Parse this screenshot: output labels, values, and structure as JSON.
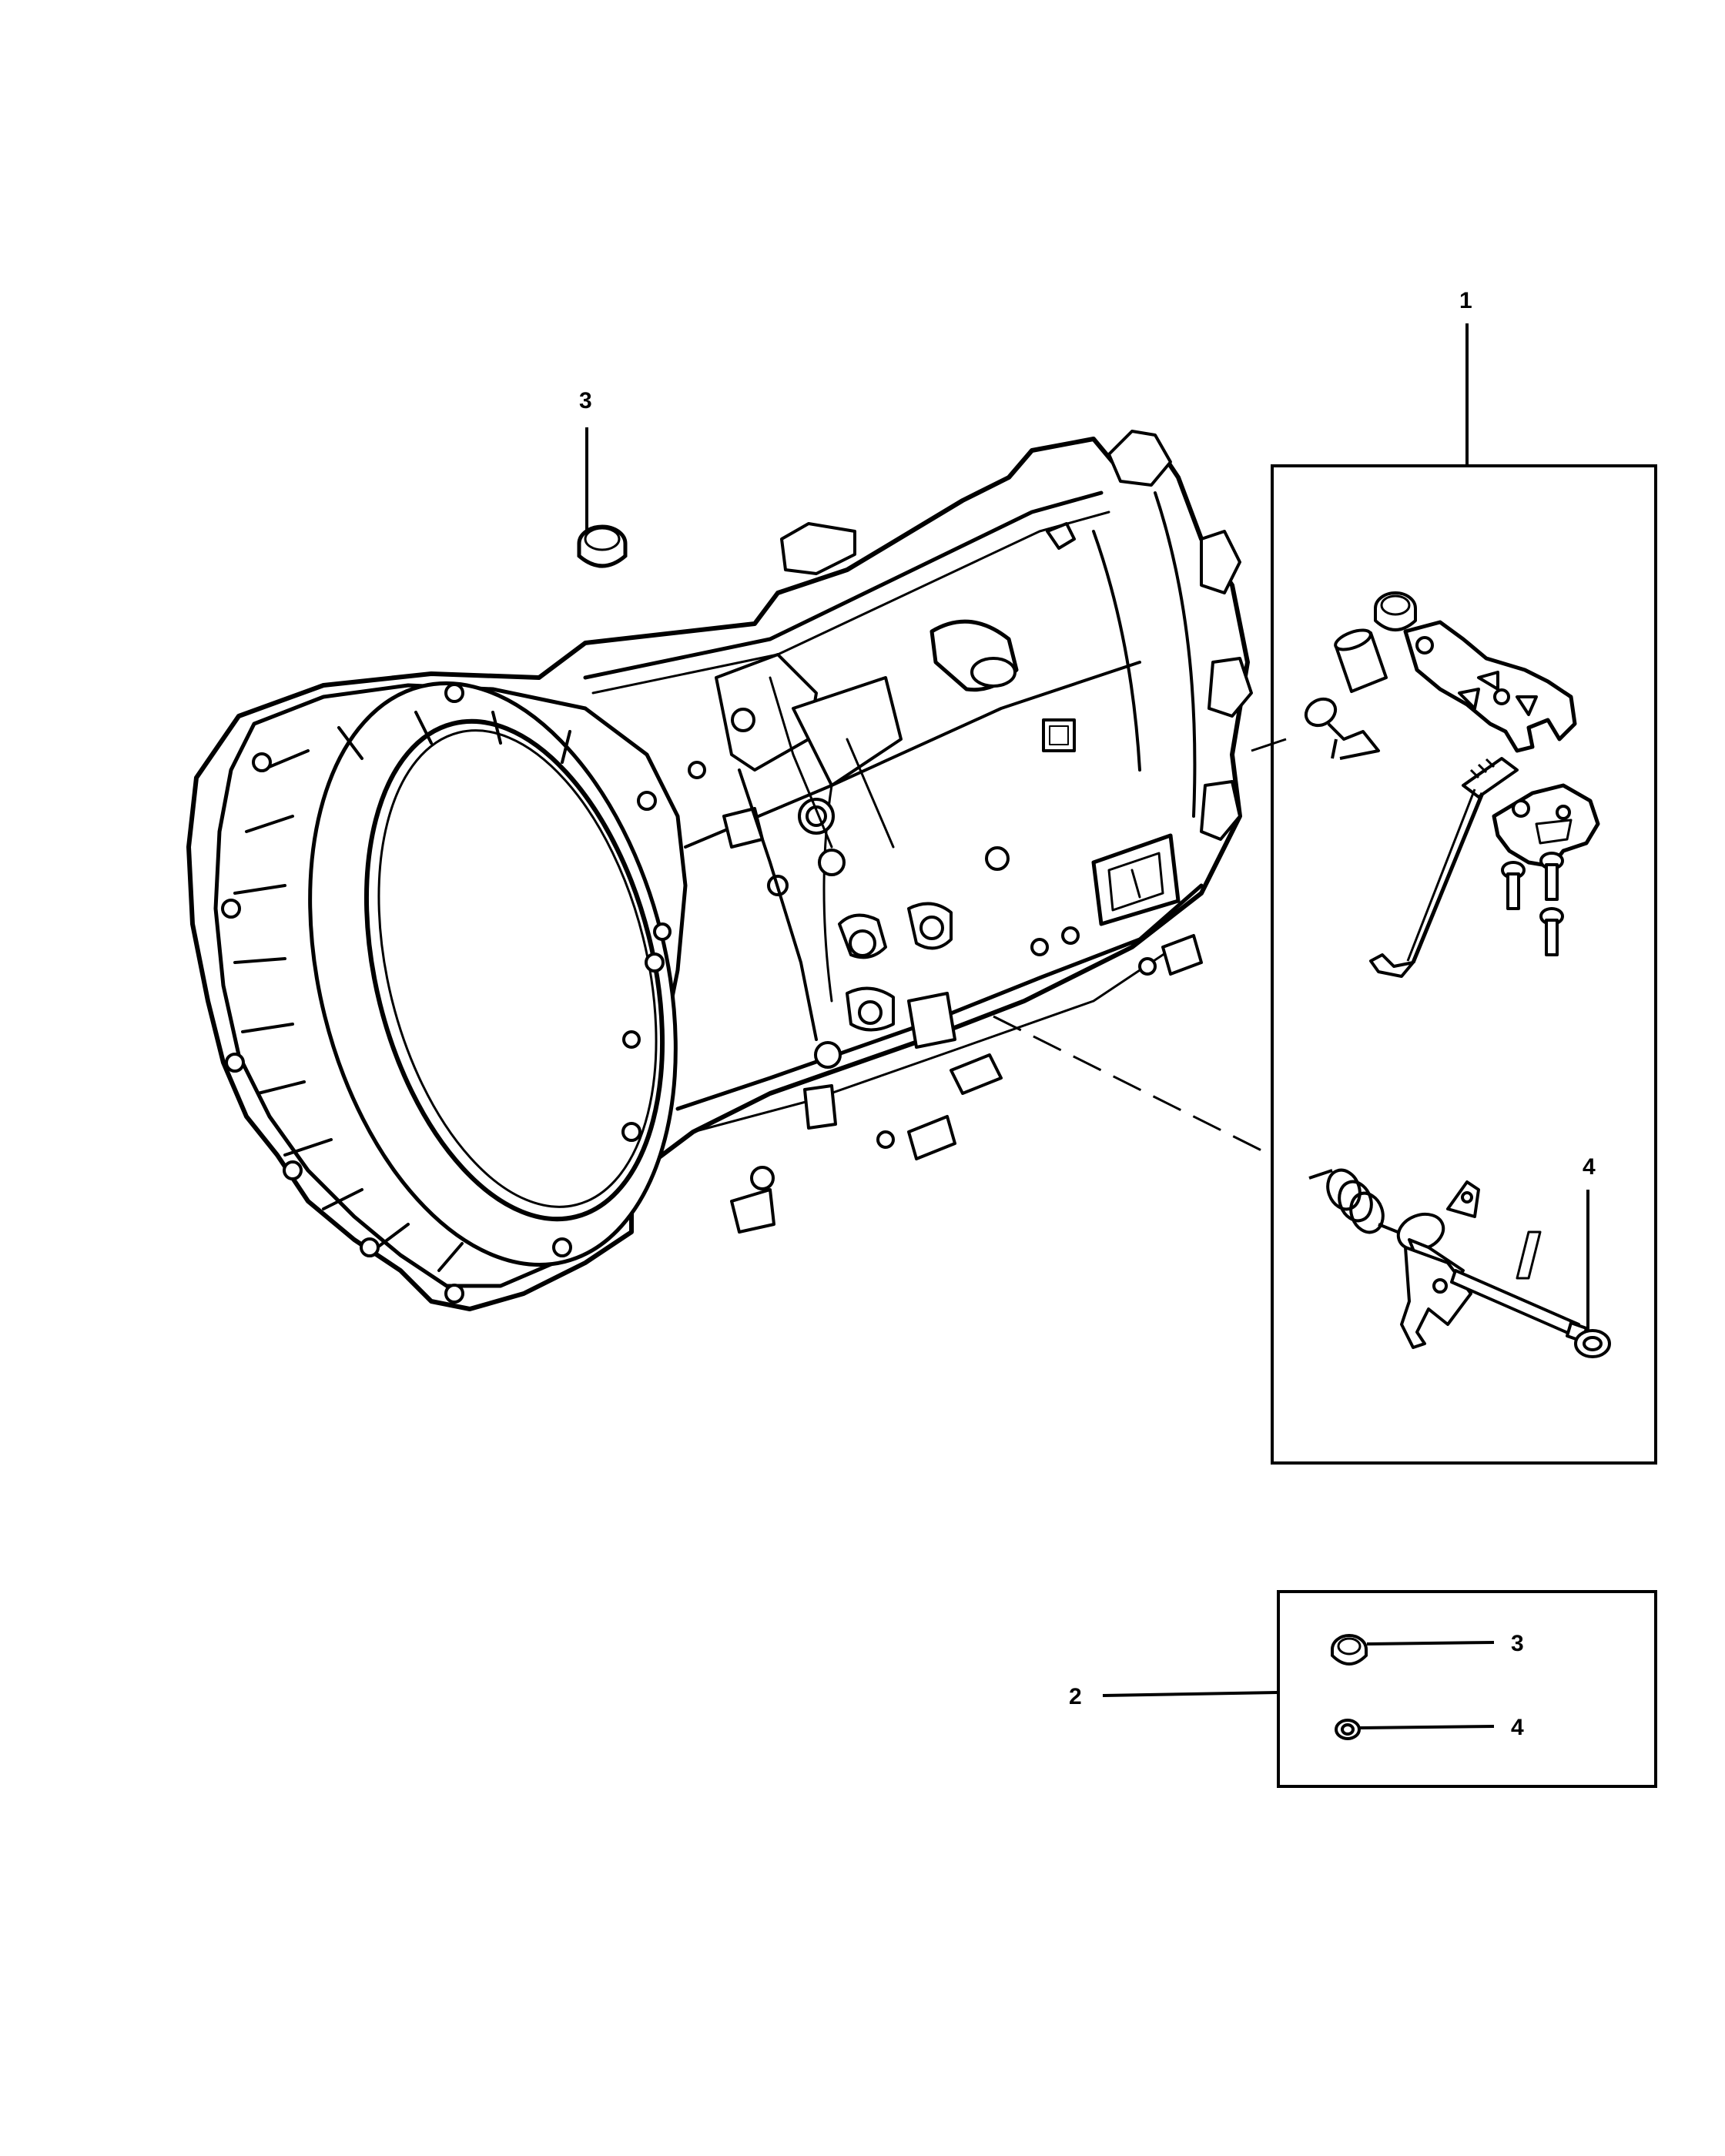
{
  "callouts": {
    "item_1": "1",
    "item_2": "2",
    "item_3_top": "3",
    "item_4_box": "4",
    "item_3_kit": "3",
    "item_4_kit": "4"
  },
  "colors": {
    "line": "#000000",
    "background": "#ffffff",
    "fill": "#ffffff"
  }
}
